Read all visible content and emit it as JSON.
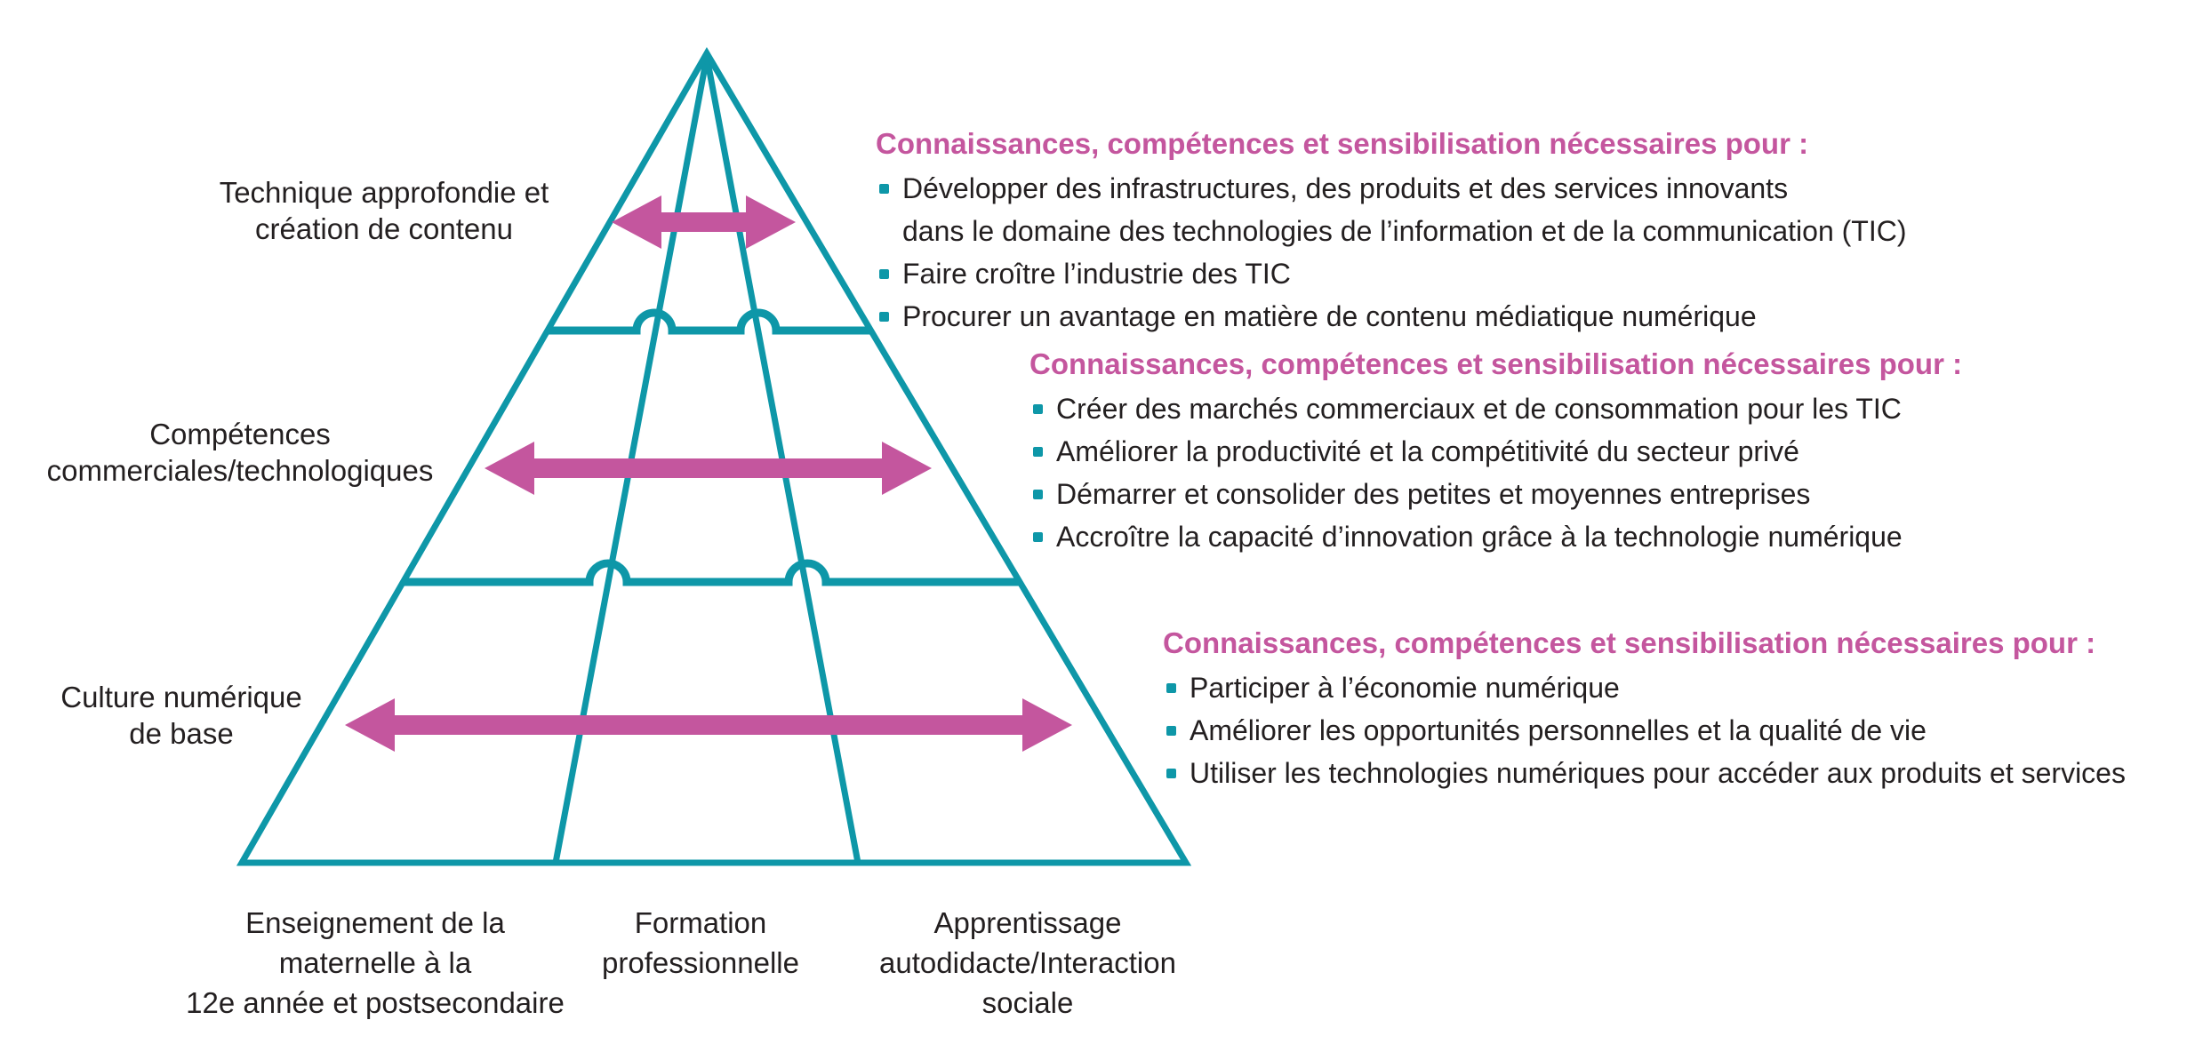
{
  "colors": {
    "teal": "#0e97a8",
    "pink": "#c4569e",
    "text": "#231f20"
  },
  "pyramid": {
    "level_labels": [
      {
        "label": "Technique approfondie et\ncréation de contenu"
      },
      {
        "label": "Compétences\ncommerciales/technologiques"
      },
      {
        "label": "Culture numérique\nde base"
      }
    ],
    "column_labels": [
      {
        "label": "Enseignement de la\nmaternelle à la\n12e année et postsecondaire"
      },
      {
        "label": "Formation\nprofessionnelle"
      },
      {
        "label": "Apprentissage\nautodidacte/Interaction\nsociale"
      }
    ]
  },
  "right_blocks": [
    {
      "heading": "Connaissances, compétences et sensibilisation nécessaires pour :",
      "items": [
        "Développer des infrastructures, des produits et des services innovants\ndans le domaine des technologies de l’information et de la communication (TIC)",
        "Faire croître l’industrie des TIC",
        "Procurer un avantage en matière de contenu médiatique numérique"
      ]
    },
    {
      "heading": "Connaissances, compétences et sensibilisation nécessaires pour :",
      "items": [
        "Créer des marchés commerciaux et de consommation pour les TIC",
        "Améliorer la productivité et la compétitivité du secteur privé",
        "Démarrer et consolider des petites et moyennes entreprises",
        "Accroître la capacité d’innovation grâce à la technologie numérique"
      ]
    },
    {
      "heading": "Connaissances, compétences et sensibilisation nécessaires pour :",
      "items": [
        "Participer à l’économie numérique",
        "Améliorer les opportunités personnelles et la qualité de vie",
        "Utiliser les technologies numériques pour accéder aux produits et services"
      ]
    }
  ]
}
